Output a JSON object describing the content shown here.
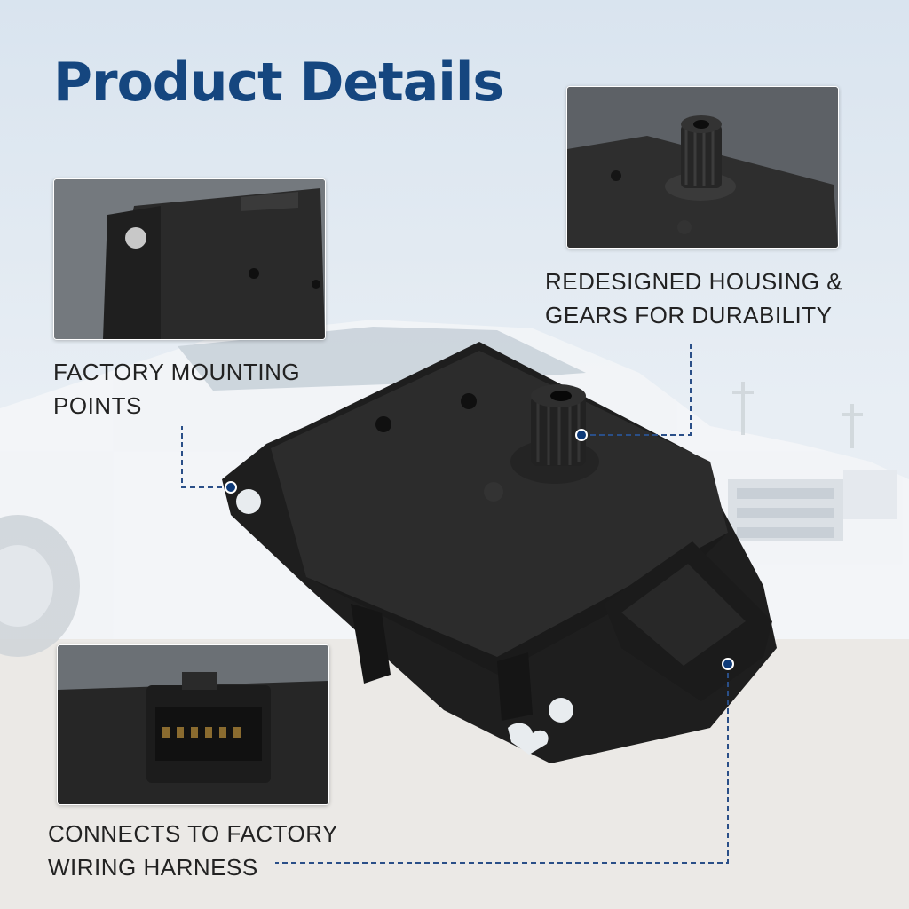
{
  "title": "Product Details",
  "features": [
    {
      "lines": [
        "REDESIGNED HOUSING &",
        "GEARS FOR DURABILITY"
      ]
    },
    {
      "lines": [
        "FACTORY MOUNTING",
        "POINTS"
      ]
    },
    {
      "lines": [
        "CONNECTS TO FACTORY",
        "WIRING HARNESS"
      ]
    }
  ],
  "colors": {
    "title": "#15467f",
    "leader_line": "#2a4f88",
    "marker": "#0e3a78",
    "part": "#2b2b2b"
  }
}
